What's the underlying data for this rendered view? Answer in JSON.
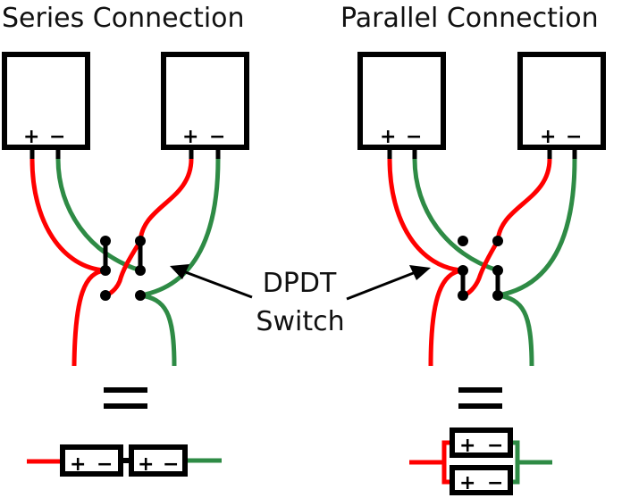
{
  "titles": {
    "series": "Series Connection",
    "parallel": "Parallel Connection"
  },
  "annotation": {
    "line1": "DPDT",
    "line2": "Switch"
  },
  "terminals": {
    "plus": "+",
    "minus": "−"
  },
  "equals_symbol": "equals-sign",
  "colors": {
    "positive_wire": "#ff0000",
    "negative_wire": "#2e8b45",
    "outline": "#000000",
    "background": "#ffffff"
  },
  "panels": [
    {
      "name": "series",
      "batteries": [
        {
          "plus": "+",
          "minus": "−"
        },
        {
          "plus": "+",
          "minus": "−"
        }
      ],
      "switch_position": "upper",
      "equivalent": "two batteries end-to-end, + to −"
    },
    {
      "name": "parallel",
      "batteries": [
        {
          "plus": "+",
          "minus": "−"
        },
        {
          "plus": "+",
          "minus": "−"
        }
      ],
      "switch_position": "lower",
      "equivalent": "two batteries stacked, + joined and − joined"
    }
  ]
}
